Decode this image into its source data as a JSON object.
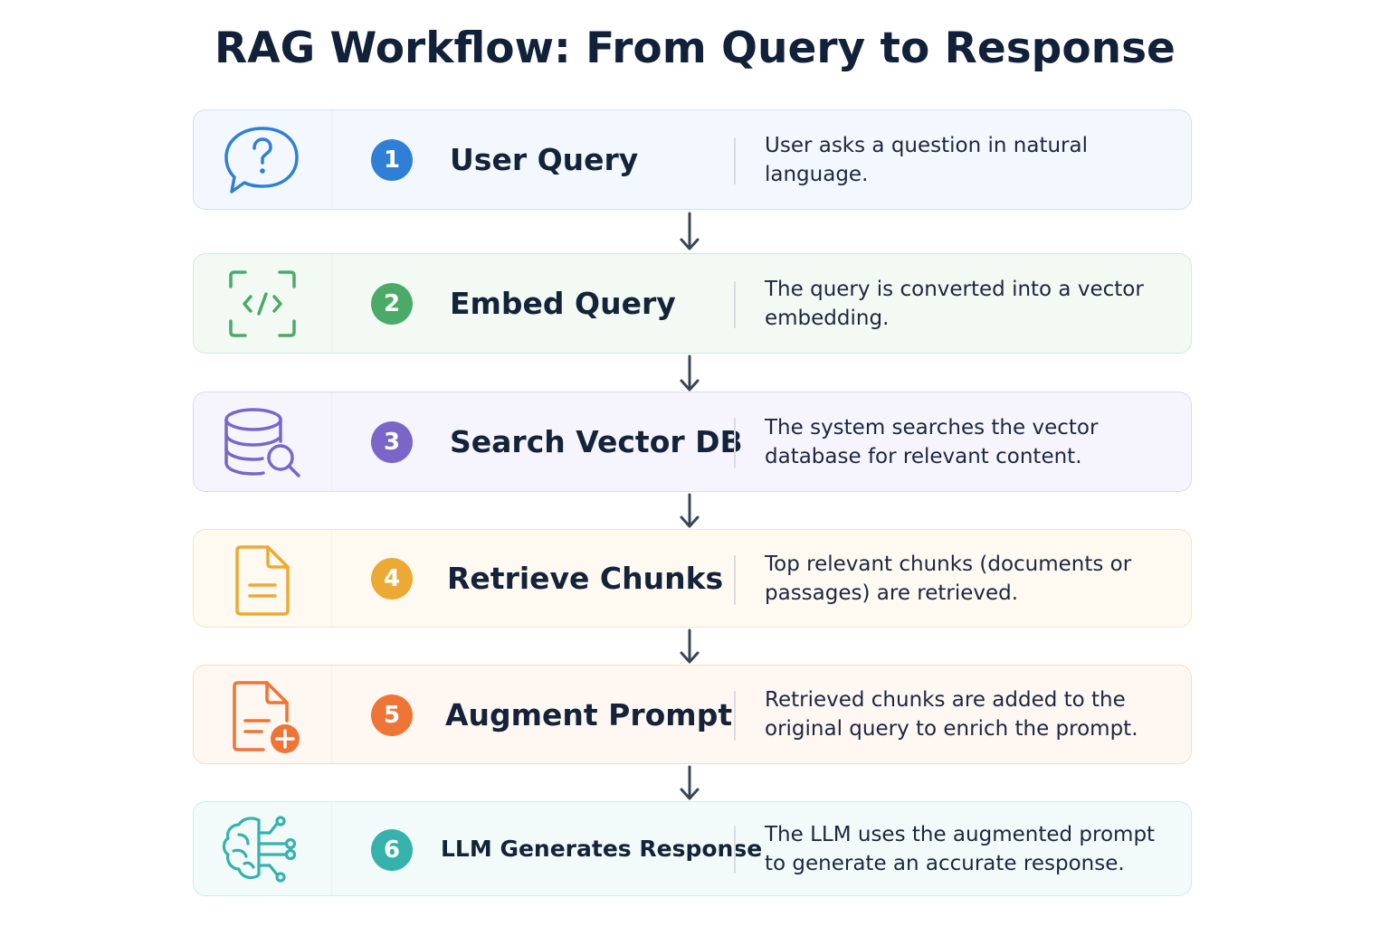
{
  "title": "RAG Workflow: From Query to Response",
  "steps": [
    {
      "number": "1",
      "title": "User Query",
      "description": "User asks a question in natural language.",
      "icon": "question-bubble-icon",
      "accent": "#2f7fd6",
      "background": "#f3f8fe",
      "border": "#cfe1f6"
    },
    {
      "number": "2",
      "title": "Embed Query",
      "description": "The query is converted into a vector embedding.",
      "icon": "code-embed-icon",
      "accent": "#4caa69",
      "background": "#f3faf4",
      "border": "#d2ead8"
    },
    {
      "number": "3",
      "title": "Search Vector DB",
      "description": "The system searches the vector database for relevant content.",
      "icon": "database-search-icon",
      "accent": "#7a66c9",
      "background": "#f6f5fd",
      "border": "#dcd8f2"
    },
    {
      "number": "4",
      "title": "Retrieve Chunks",
      "description": "Top relevant chunks (documents or passages) are retrieved.",
      "icon": "document-icon",
      "accent": "#ecaa35",
      "background": "#fffaf1",
      "border": "#f6e4c2"
    },
    {
      "number": "5",
      "title": "Augment Prompt",
      "description": "Retrieved chunks are added to the original query to enrich the prompt.",
      "icon": "document-add-icon",
      "accent": "#ee7535",
      "background": "#fff7f1",
      "border": "#f8dcc8"
    },
    {
      "number": "6",
      "title": "LLM Generates Response",
      "description": "The LLM uses the augmented prompt to generate an accurate response.",
      "icon": "ai-brain-icon",
      "accent": "#35b2ab",
      "background": "#f2fbfa",
      "border": "#cdeceb"
    }
  ]
}
